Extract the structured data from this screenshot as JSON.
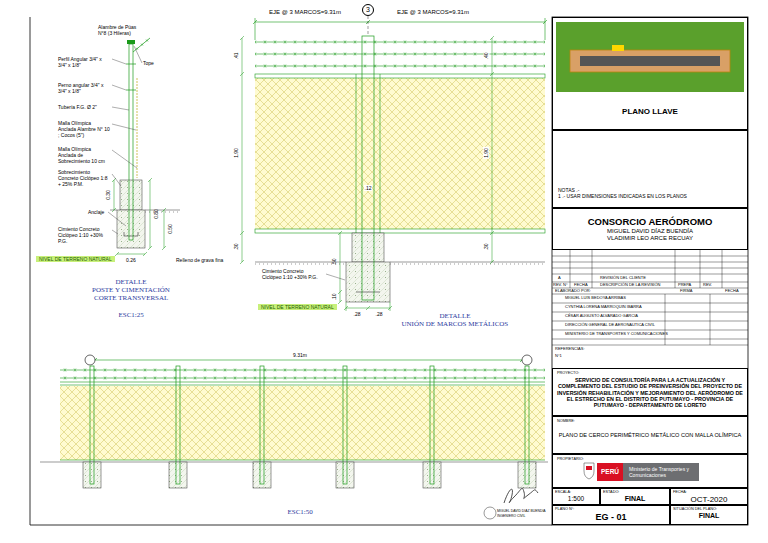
{
  "diagram": {
    "nodes": [
      {
        "text": [
          "3"
        ]
      },
      {
        "text": [
          "PLANO LLAVE"
        ]
      },
      {
        "text": [
          "NOTAS .-",
          "1 .- USAR DIMENSIONES INDICADAS EN LOS PLANOS"
        ]
      },
      {
        "text": [
          "CONSORCIO AERÓDROMO",
          "MIGUEL DAVID DÍAZ BUENDÍA",
          "VLADIMIR LEO ARCE RECUAY"
        ]
      },
      {
        "text": [
          "PROYECTO:",
          "SERVICIO DE CONSULTORÍA PARA LA ACTUALIZACIÓN Y COMPLEMENTO DEL ESTUDIO DE PREINVERSIÓN DEL PROYECTO DE INVERSIÓN REHABILITACIÓN Y MEJORAMIENTO DEL AERÓDROMO DE EL ESTRECHO EN EL DISTRITO DE PUTUMAYO - PROVINCIA DE PUTUMAYO - DEPARTAMENTO DE LORETO"
        ]
      },
      {
        "text": [
          "NOMBRE:",
          "PLANO DE CERCO PERIMÉTRICO METÁLICO CON MALLA OLÍMPICA"
        ]
      },
      {
        "text": [
          "PROPIETARIO:"
        ]
      },
      {
        "text": [
          "PERÚ"
        ],
        "in": 6
      },
      {
        "text": [
          "Ministerio de Transportes y Comunicaciones"
        ],
        "in": 6
      },
      {
        "text": [
          "ESCALA:",
          "1:500"
        ]
      },
      {
        "text": [
          "ESTADO:",
          "FINAL"
        ]
      },
      {
        "text": [
          "FECHA:",
          "OCT-2020"
        ]
      },
      {
        "text": [
          "PLANO N°:",
          "EG - 01"
        ]
      },
      {
        "text": [
          "SITUACIÓN DEL PLANO:",
          "FINAL"
        ]
      }
    ],
    "labels": [
      "Alambre de Púas N°8 (3 Hileras)",
      "Tope",
      "Perfil Angular 3/4\" x 3/4\" x 1/8\"",
      "Perno angular 3/4\" x 3/4\" x 1/8\"",
      "Tubería F.G. Ø 2\"",
      "Malla Olímpica Anclada Alambre N° 10 ; Cocos (5\")",
      "Malla Olímpica Anclada de Sobrecimiento 10 cm",
      "Sobrecimiento Concreto Ciclópeo 1:8 + 25% P.M.",
      "Anclaje",
      "Cimiento Concreto Ciclópeo 1:10 +30% P.G.",
      "NIVEL DE TERRENO NATURAL",
      "0.30",
      "0.80",
      "0.50",
      "0.26",
      "Relleno de grava fina",
      "DETALLE",
      "POSTE Y CIMENTACIÓN",
      "CORTE TRANSVERSAL",
      "ESC1:25",
      "EJE @ 3 MARCOS=9.31m",
      "EJE @ 3 MARCOS=9.31m",
      ".41",
      "1.90",
      ".30",
      ".40",
      "1.90",
      ".30",
      ".12",
      ".50",
      ".10",
      "Cimiento Concreto Ciclópeo 1:10 +30% P.G.",
      "NIVEL DE TERRENO NATURAL",
      ".28",
      ".28",
      "DETALLE",
      "UNIÓN DE MARCOS METÁLICOS",
      "9.31m",
      "ESC1:50",
      "MIGUEL DAVID DÍAZ BUENDÍA",
      "INGENIERO CIVIL",
      "A",
      "REVISIÓN DEL CLIENTE",
      "REV. N°",
      "FECHA",
      "DESCRIPCIÓN DE LA REVISIÓN",
      "PREPA",
      "REV.",
      "ELABORADO POR:",
      "FIRMA",
      "FECHA",
      "MIGUEL LUIS BEDOYA ARRIBAS",
      "CYNTHIA LORENA MARROQUÍN IBARRA",
      "CÉSAR AUGUSTO ALVARADO GARCÍA",
      "DIRECCIÓN GENERAL DE AERONÁUTICA CIVIL",
      "MINISTERIO DE TRANSPORTES Y COMUNICACIONES",
      "REFERENCIAS:",
      "N°1"
    ]
  }
}
